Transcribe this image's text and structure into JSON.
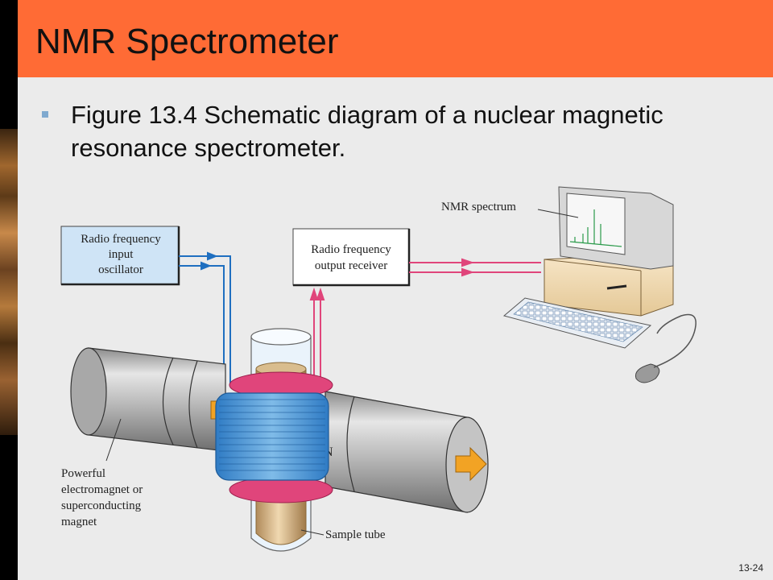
{
  "slide": {
    "title": "NMR Spectrometer",
    "bullet": "Figure 13.4 Schematic diagram of a nuclear magnetic resonance spectrometer.",
    "page_number": "13-24",
    "colors": {
      "title_bar": "#ff6b35",
      "bullet": "#7fa9cf"
    }
  },
  "diagram": {
    "rf_input_lines": [
      "Radio frequency",
      "input",
      "oscillator"
    ],
    "rf_output_lines": [
      "Radio frequency",
      "output receiver"
    ],
    "nmr_spectrum_label": "NMR spectrum",
    "magnet_lines": [
      "Powerful",
      "electromagnet or",
      "superconducting",
      "magnet"
    ],
    "north_label": "N",
    "sample_tube_label": "Sample tube",
    "icons": [
      "magnet-icon",
      "coil-icon",
      "sample-tube-icon",
      "computer-icon",
      "keyboard-icon",
      "mouse-icon"
    ]
  }
}
